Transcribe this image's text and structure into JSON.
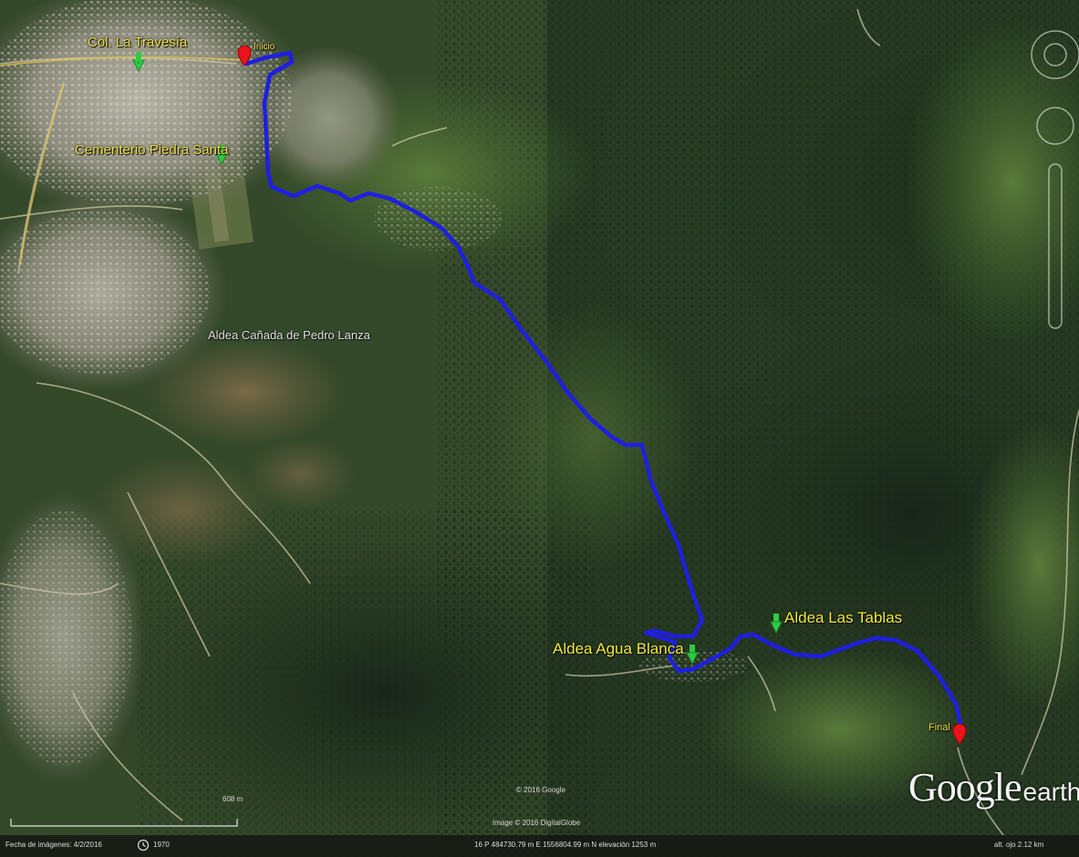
{
  "places": {
    "start_area": "Col. La Travesía",
    "cemetery": "Cementerio Piedra Santa",
    "canada": "Aldea Cañada de Pedro Lanza",
    "agua_blanca": "Aldea Agua Blanca",
    "las_tablas": "Aldea Las Tablas",
    "start_marker": "Inicio",
    "end_marker": "Final"
  },
  "brand": {
    "google": "Google",
    "earth": "earth"
  },
  "credits": {
    "copyright": "© 2016 Google",
    "imagery": "Image © 2016 DigitalGlobe"
  },
  "scale_bar": "608 m",
  "status": {
    "image_date": "Fecha de imágenes: 4/2/2016",
    "year": "1970",
    "coordinates": "16 P 484730.79 m E 1556804.99 m N elevación 1253 m",
    "eye_alt": "alt. ojo 2.12 km"
  },
  "colors": {
    "route": "#1f1fe0",
    "label_yellow": "#f0e14a",
    "marker_green": "#2ecc40",
    "marker_red": "#e8141a"
  }
}
